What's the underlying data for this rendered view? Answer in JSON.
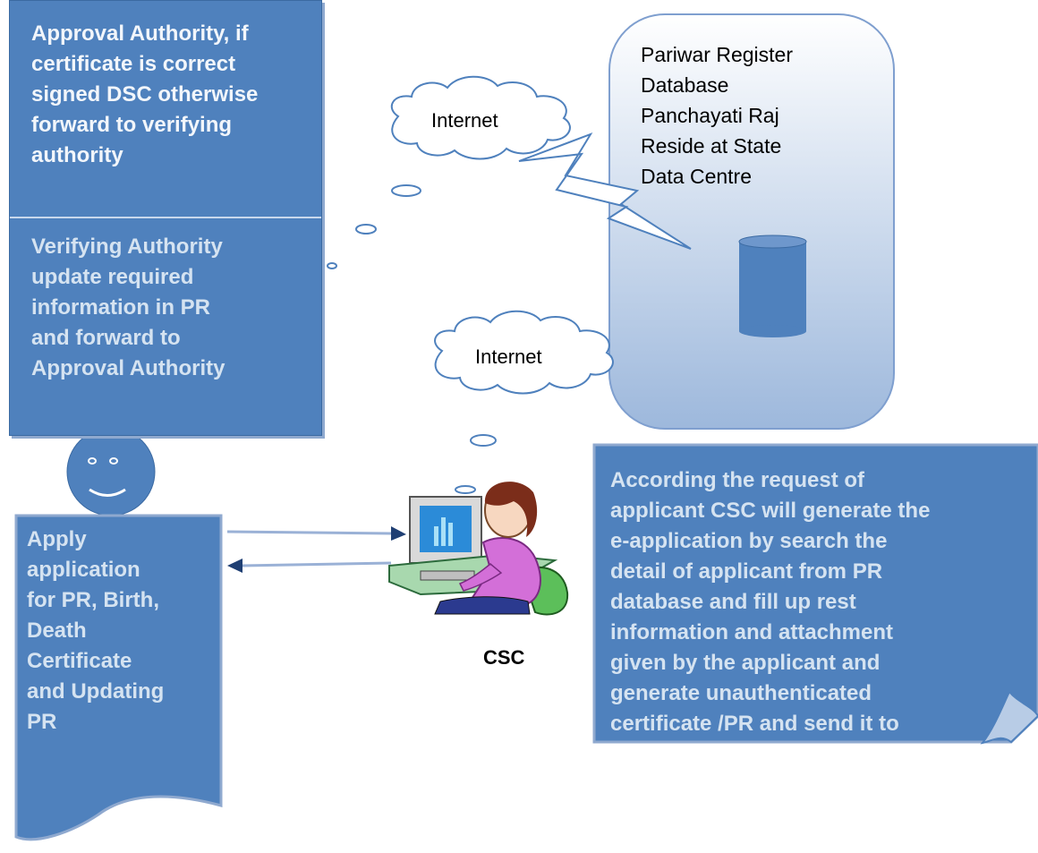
{
  "approval_box": {
    "approval_text": "Approval Authority, if\ncertificate is correct\nsigned DSC otherwise\nforward to verifying\nauthority",
    "verifying_text": "Verifying Authority\nupdate required\ninformation in PR\nand forward to\nApproval Authority"
  },
  "apply_box": {
    "text": "Apply\napplication\nfor  PR, Birth,\nDeath\nCertificate\nand Updating\nPR"
  },
  "database": {
    "text": "Pariwar Register\nDatabase\nPanchayati  Raj\nReside at State\nData Centre",
    "icon": "database-cylinder-icon"
  },
  "clouds": {
    "internet_top": "Internet",
    "internet_bottom": "Internet"
  },
  "csc": {
    "label": "CSC",
    "icon": "operator-at-computer-icon"
  },
  "request_box": {
    "text": "According the request of\napplicant CSC  will generate the\ne-application  by search the\ndetail of applicant from PR\ndatabase and  fill up rest\ninformation and attachment\ngiven by the applicant  and\ngenerate  unauthenticated\ncertificate /PR  and send it to"
  },
  "colors": {
    "box_fill": "#4f81bd",
    "box_text": "#d5e3f1",
    "database_fill": "#dbe6f4",
    "cylinder_fill": "#4f81bd"
  }
}
